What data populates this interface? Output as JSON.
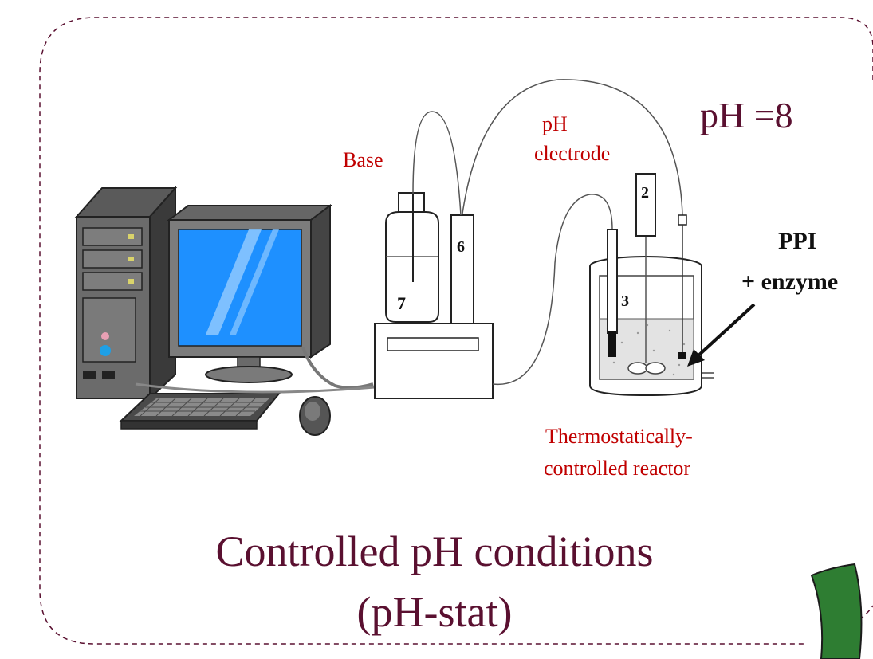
{
  "labels": {
    "ph_value": "pH =8",
    "ph_line1": "pH",
    "ph_line2": "electrode",
    "base": "Base",
    "ppi": "PPI",
    "enzyme": "+ enzyme",
    "reactor_line1": "Thermostatically-",
    "reactor_line2": "controlled reactor",
    "title_line1": "Controlled pH conditions",
    "title_line2": "(pH-stat)"
  },
  "numbers": {
    "bottle": "7",
    "burette": "6",
    "thermometer": "3",
    "probe": "2"
  },
  "colors": {
    "label_red": "#c00000",
    "title_maroon": "#5a1030",
    "accent_green": "#2e7d32",
    "frame_dash": "#5a1030",
    "monitor_blue": "#1e90ff"
  }
}
